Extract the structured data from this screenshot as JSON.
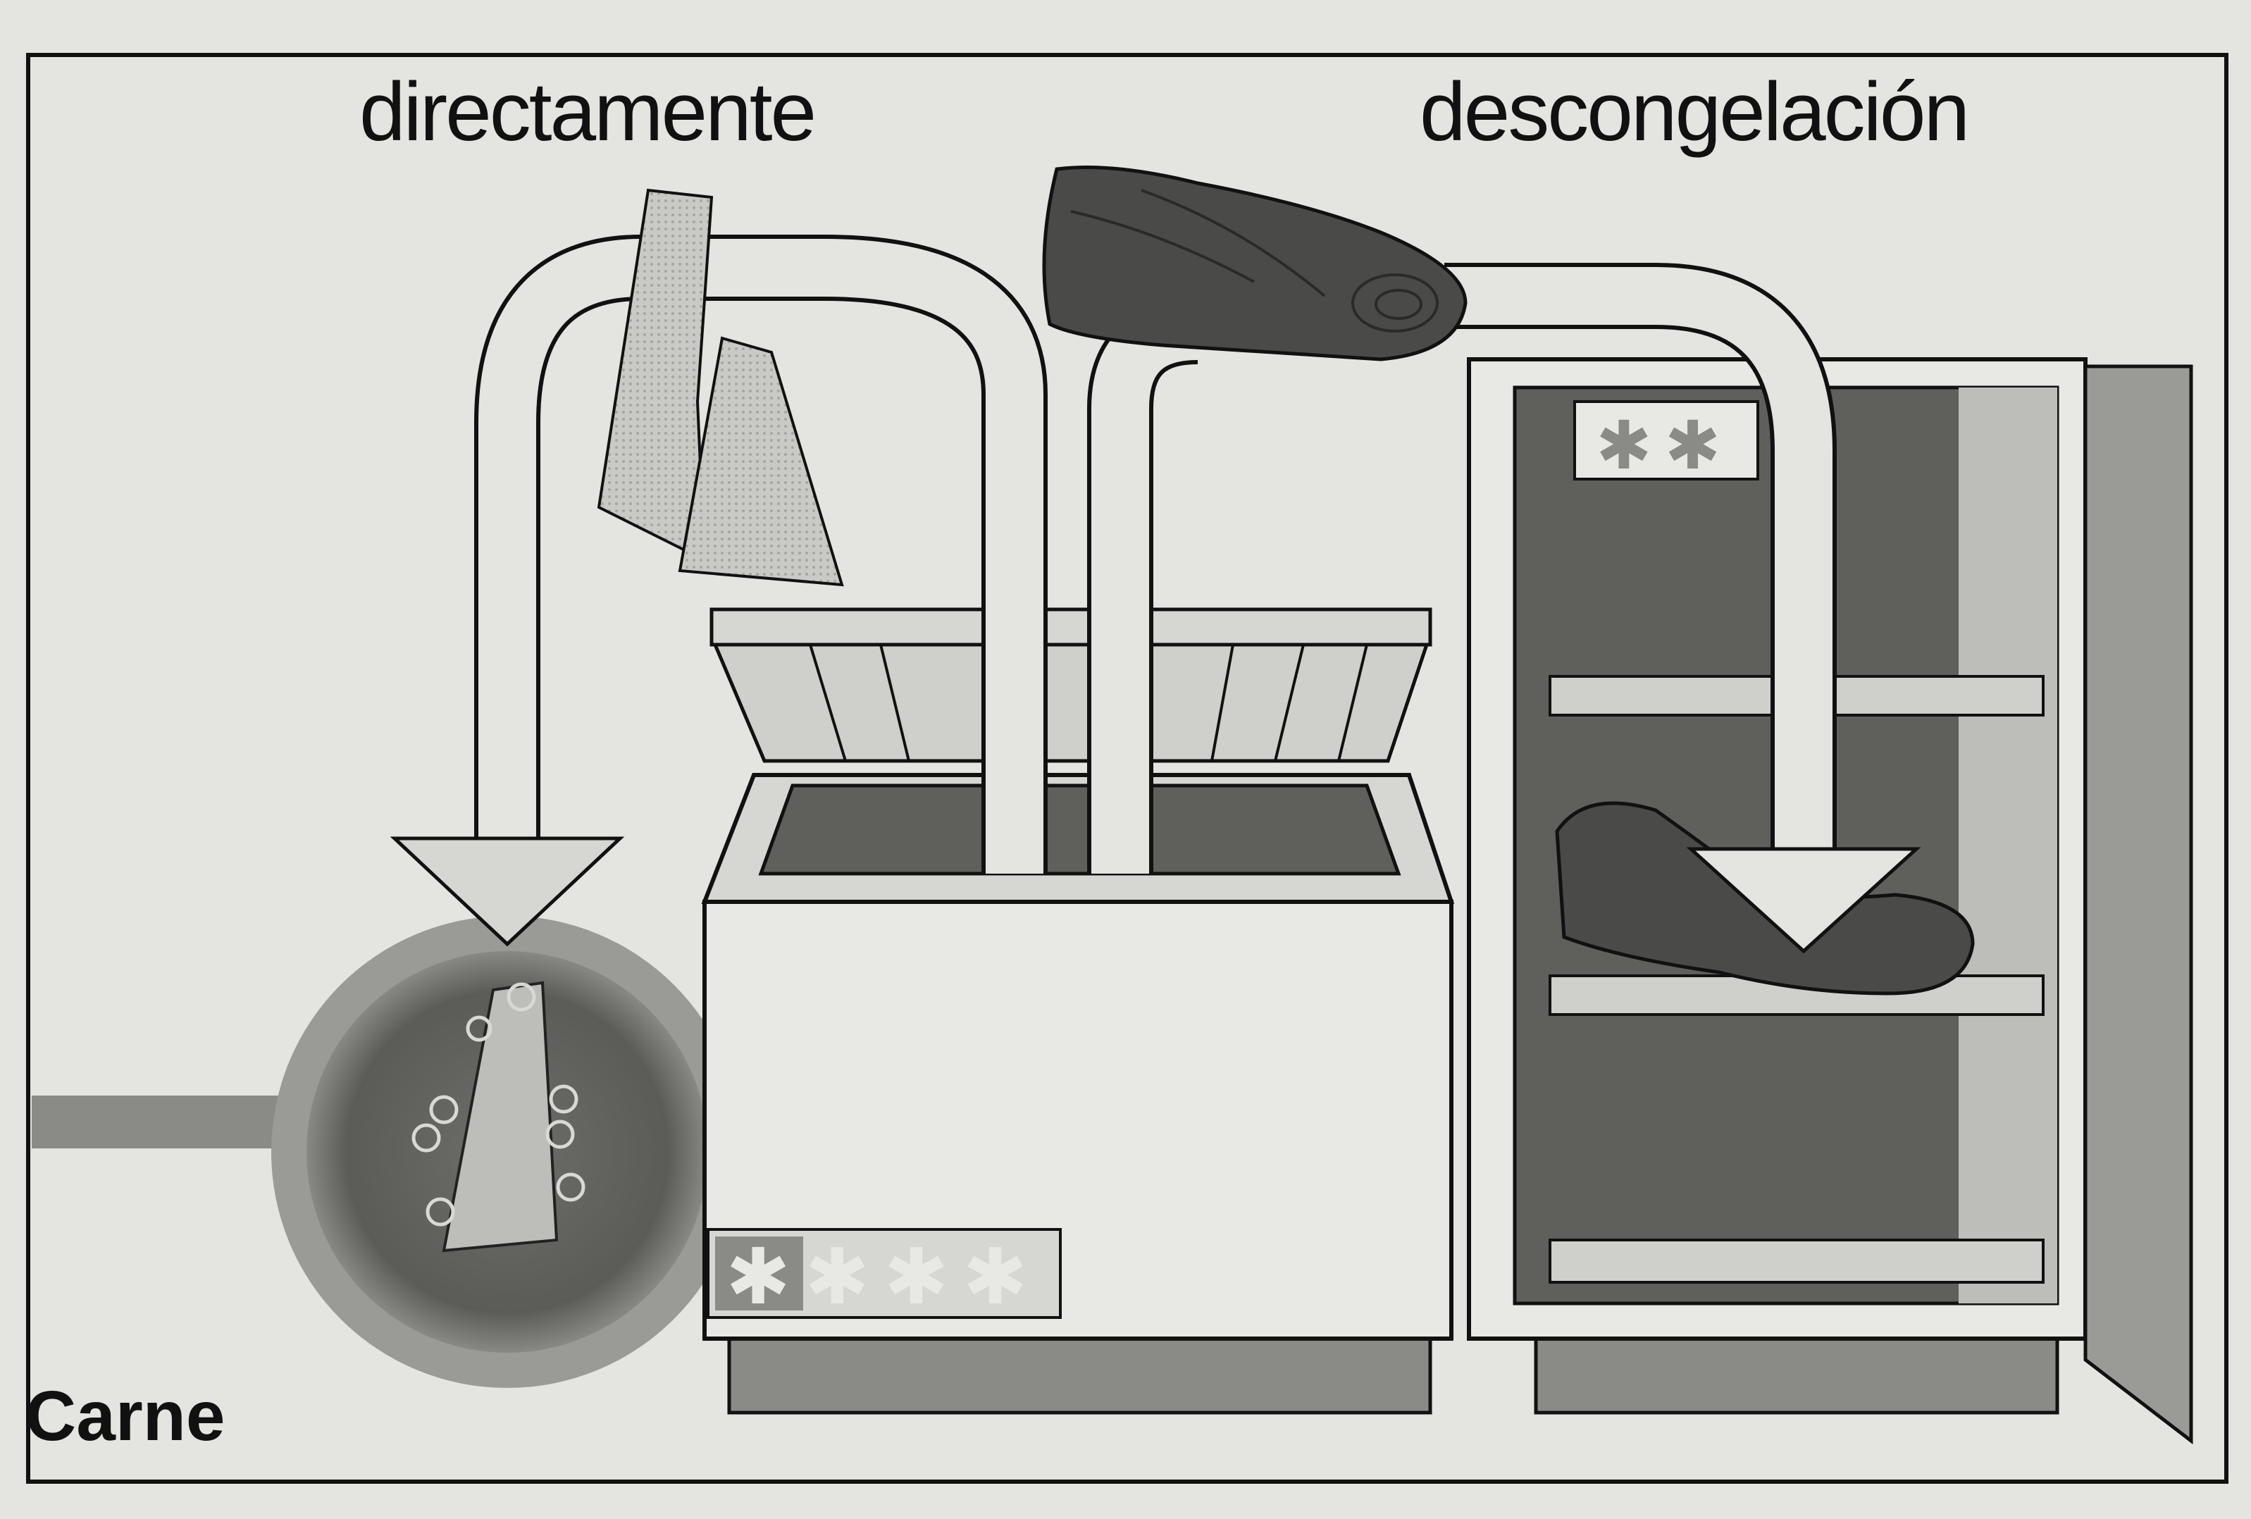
{
  "labels": {
    "direct": "directamente",
    "thaw": "descongelación",
    "title": "Carne"
  },
  "freezer_rating": {
    "chest": "✱✱✱✱",
    "fridge": "✱✱"
  },
  "colors": {
    "paper": "#e4e4e0",
    "ink": "#111111",
    "light_grey": "#cfcfcb",
    "mid_grey": "#8a8a86",
    "dark_grey": "#5a5a56",
    "meat": "#4a4a48"
  }
}
